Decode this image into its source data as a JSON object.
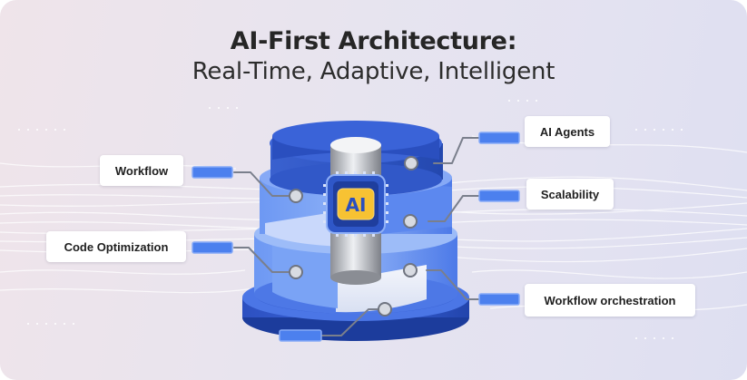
{
  "header": {
    "title": "AI-First Architecture:",
    "subtitle": "Real-Time, Adaptive, Intelligent"
  },
  "chip": {
    "label": "AI"
  },
  "labels": {
    "workflow": "Workflow",
    "code_optimization": "Code Optimization",
    "ai_agents": "AI Agents",
    "scalability": "Scalability",
    "workflow_orchestration": "Workflow orchestration"
  },
  "colors": {
    "primary_blue": "#3f6fe0",
    "light_blue": "#5b8cf0",
    "chip_yellow": "#f7c233",
    "connector_gray": "#7a7f8c"
  }
}
